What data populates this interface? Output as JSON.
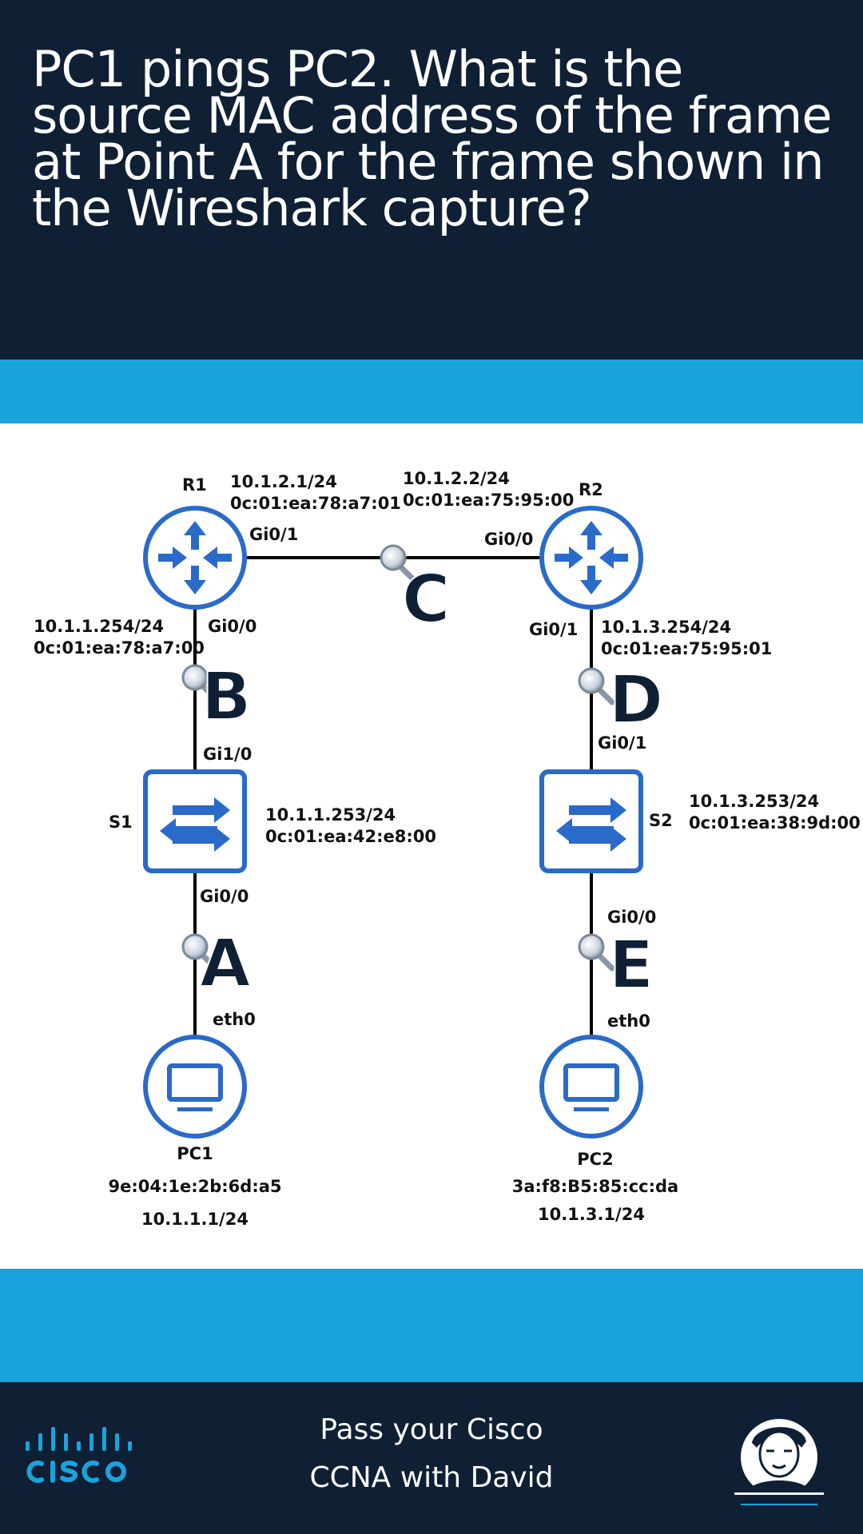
{
  "question": "PC1 pings PC2. What is the source MAC address of the frame at Point A for the frame shown in the Wireshark capture?",
  "diagram": {
    "r1": {
      "name": "R1",
      "gi01_label": "Gi0/1",
      "gi00_label": "Gi0/0",
      "gi01_ip": "10.1.2.1/24",
      "gi01_mac": "0c:01:ea:78:a7:01",
      "gi00_ip": "10.1.1.254/24",
      "gi00_mac": "0c:01:ea:78:a7:00"
    },
    "r2": {
      "name": "R2",
      "gi00_label": "Gi0/0",
      "gi01_label": "Gi0/1",
      "gi00_ip": "10.1.2.2/24",
      "gi00_mac": "0c:01:ea:75:95:00",
      "gi01_ip": "10.1.3.254/24",
      "gi01_mac": "0c:01:ea:75:95:01"
    },
    "s1": {
      "name": "S1",
      "gi10_label": "Gi1/0",
      "gi00_label": "Gi0/0",
      "ip": "10.1.1.253/24",
      "mac": "0c:01:ea:42:e8:00"
    },
    "s2": {
      "name": "S2",
      "gi01_label": "Gi0/1",
      "gi00_label": "Gi0/0",
      "ip": "10.1.3.253/24",
      "mac": "0c:01:ea:38:9d:00"
    },
    "pc1": {
      "name": "PC1",
      "port": "eth0",
      "mac": "9e:04:1e:2b:6d:a5",
      "ip": "10.1.1.1/24"
    },
    "pc2": {
      "name": "PC2",
      "port": "eth0",
      "mac": "3a:f8:B5:85:cc:da",
      "ip": "10.1.3.1/24"
    },
    "points": {
      "a": "A",
      "b": "B",
      "c": "C",
      "d": "D",
      "e": "E"
    }
  },
  "footer": {
    "line1": "Pass your Cisco",
    "line2": "CCNA with David"
  },
  "logos": {
    "left": "cisco-logo",
    "right": "david-bombal-logo"
  },
  "colors": {
    "dark_navy": "#0f2035",
    "light_blue_bar": "#1aa3dc",
    "device_blue": "#2a6ac9"
  }
}
